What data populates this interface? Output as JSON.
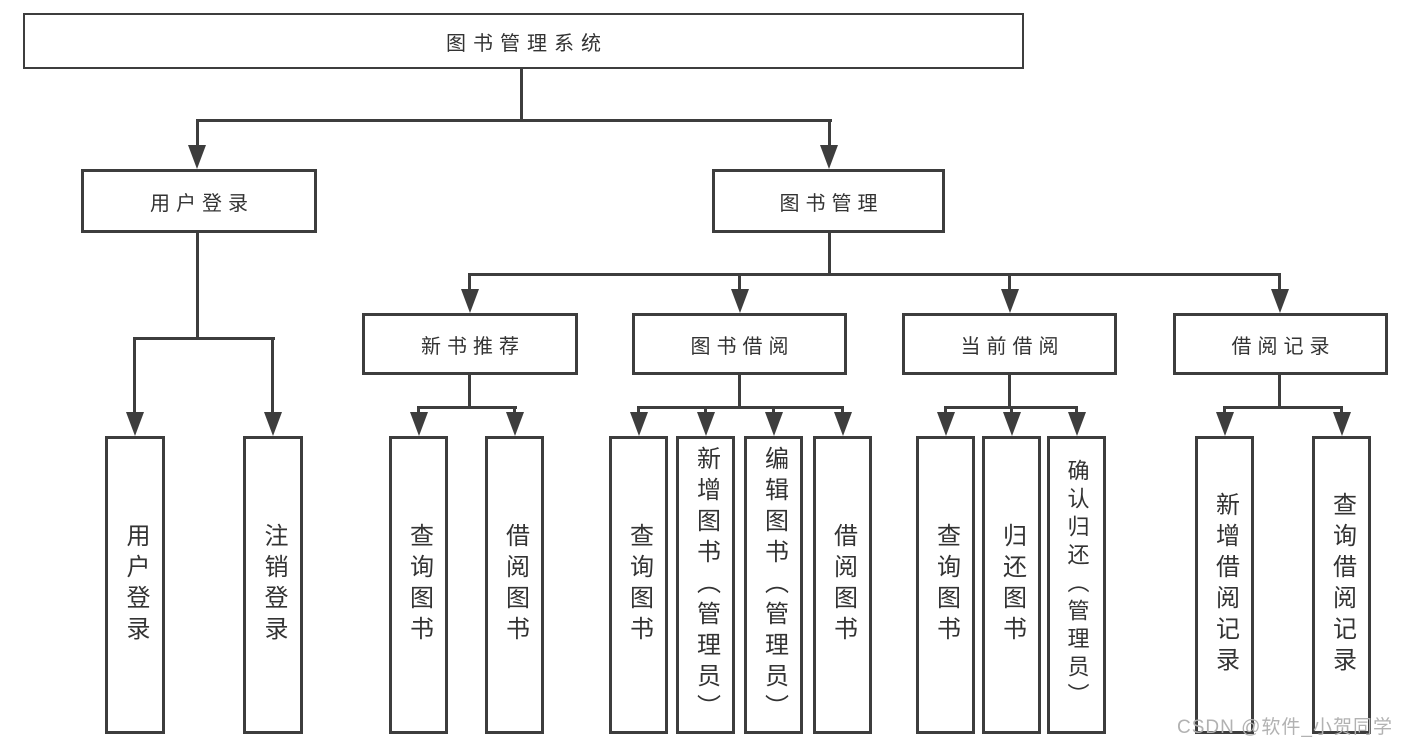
{
  "diagram": {
    "tree": {
      "label": "图书管理系统",
      "children": [
        {
          "label": "用户登录",
          "children": [
            {
              "label": "用户登录"
            },
            {
              "label": "注销登录"
            }
          ]
        },
        {
          "label": "图书管理",
          "children": [
            {
              "label": "新书推荐",
              "children": [
                {
                  "label": "查询图书"
                },
                {
                  "label": "借阅图书"
                }
              ]
            },
            {
              "label": "图书借阅",
              "children": [
                {
                  "label": "查询图书"
                },
                {
                  "label": "新增图书（管理员）"
                },
                {
                  "label": "编辑图书（管理员）"
                },
                {
                  "label": "借阅图书"
                }
              ]
            },
            {
              "label": "当前借阅",
              "children": [
                {
                  "label": "查询图书"
                },
                {
                  "label": "归还图书"
                },
                {
                  "label": "确认归还（管理员）"
                }
              ]
            },
            {
              "label": "借阅记录",
              "children": [
                {
                  "label": "新增借阅记录"
                },
                {
                  "label": "查询借阅记录"
                }
              ]
            }
          ]
        }
      ]
    },
    "colors": {
      "line": "#3d3d3d",
      "text": "#333333",
      "background": "#ffffff",
      "watermark": "#b2b2b2"
    }
  },
  "watermark": {
    "text": "CSDN @软件_小贺同学"
  }
}
